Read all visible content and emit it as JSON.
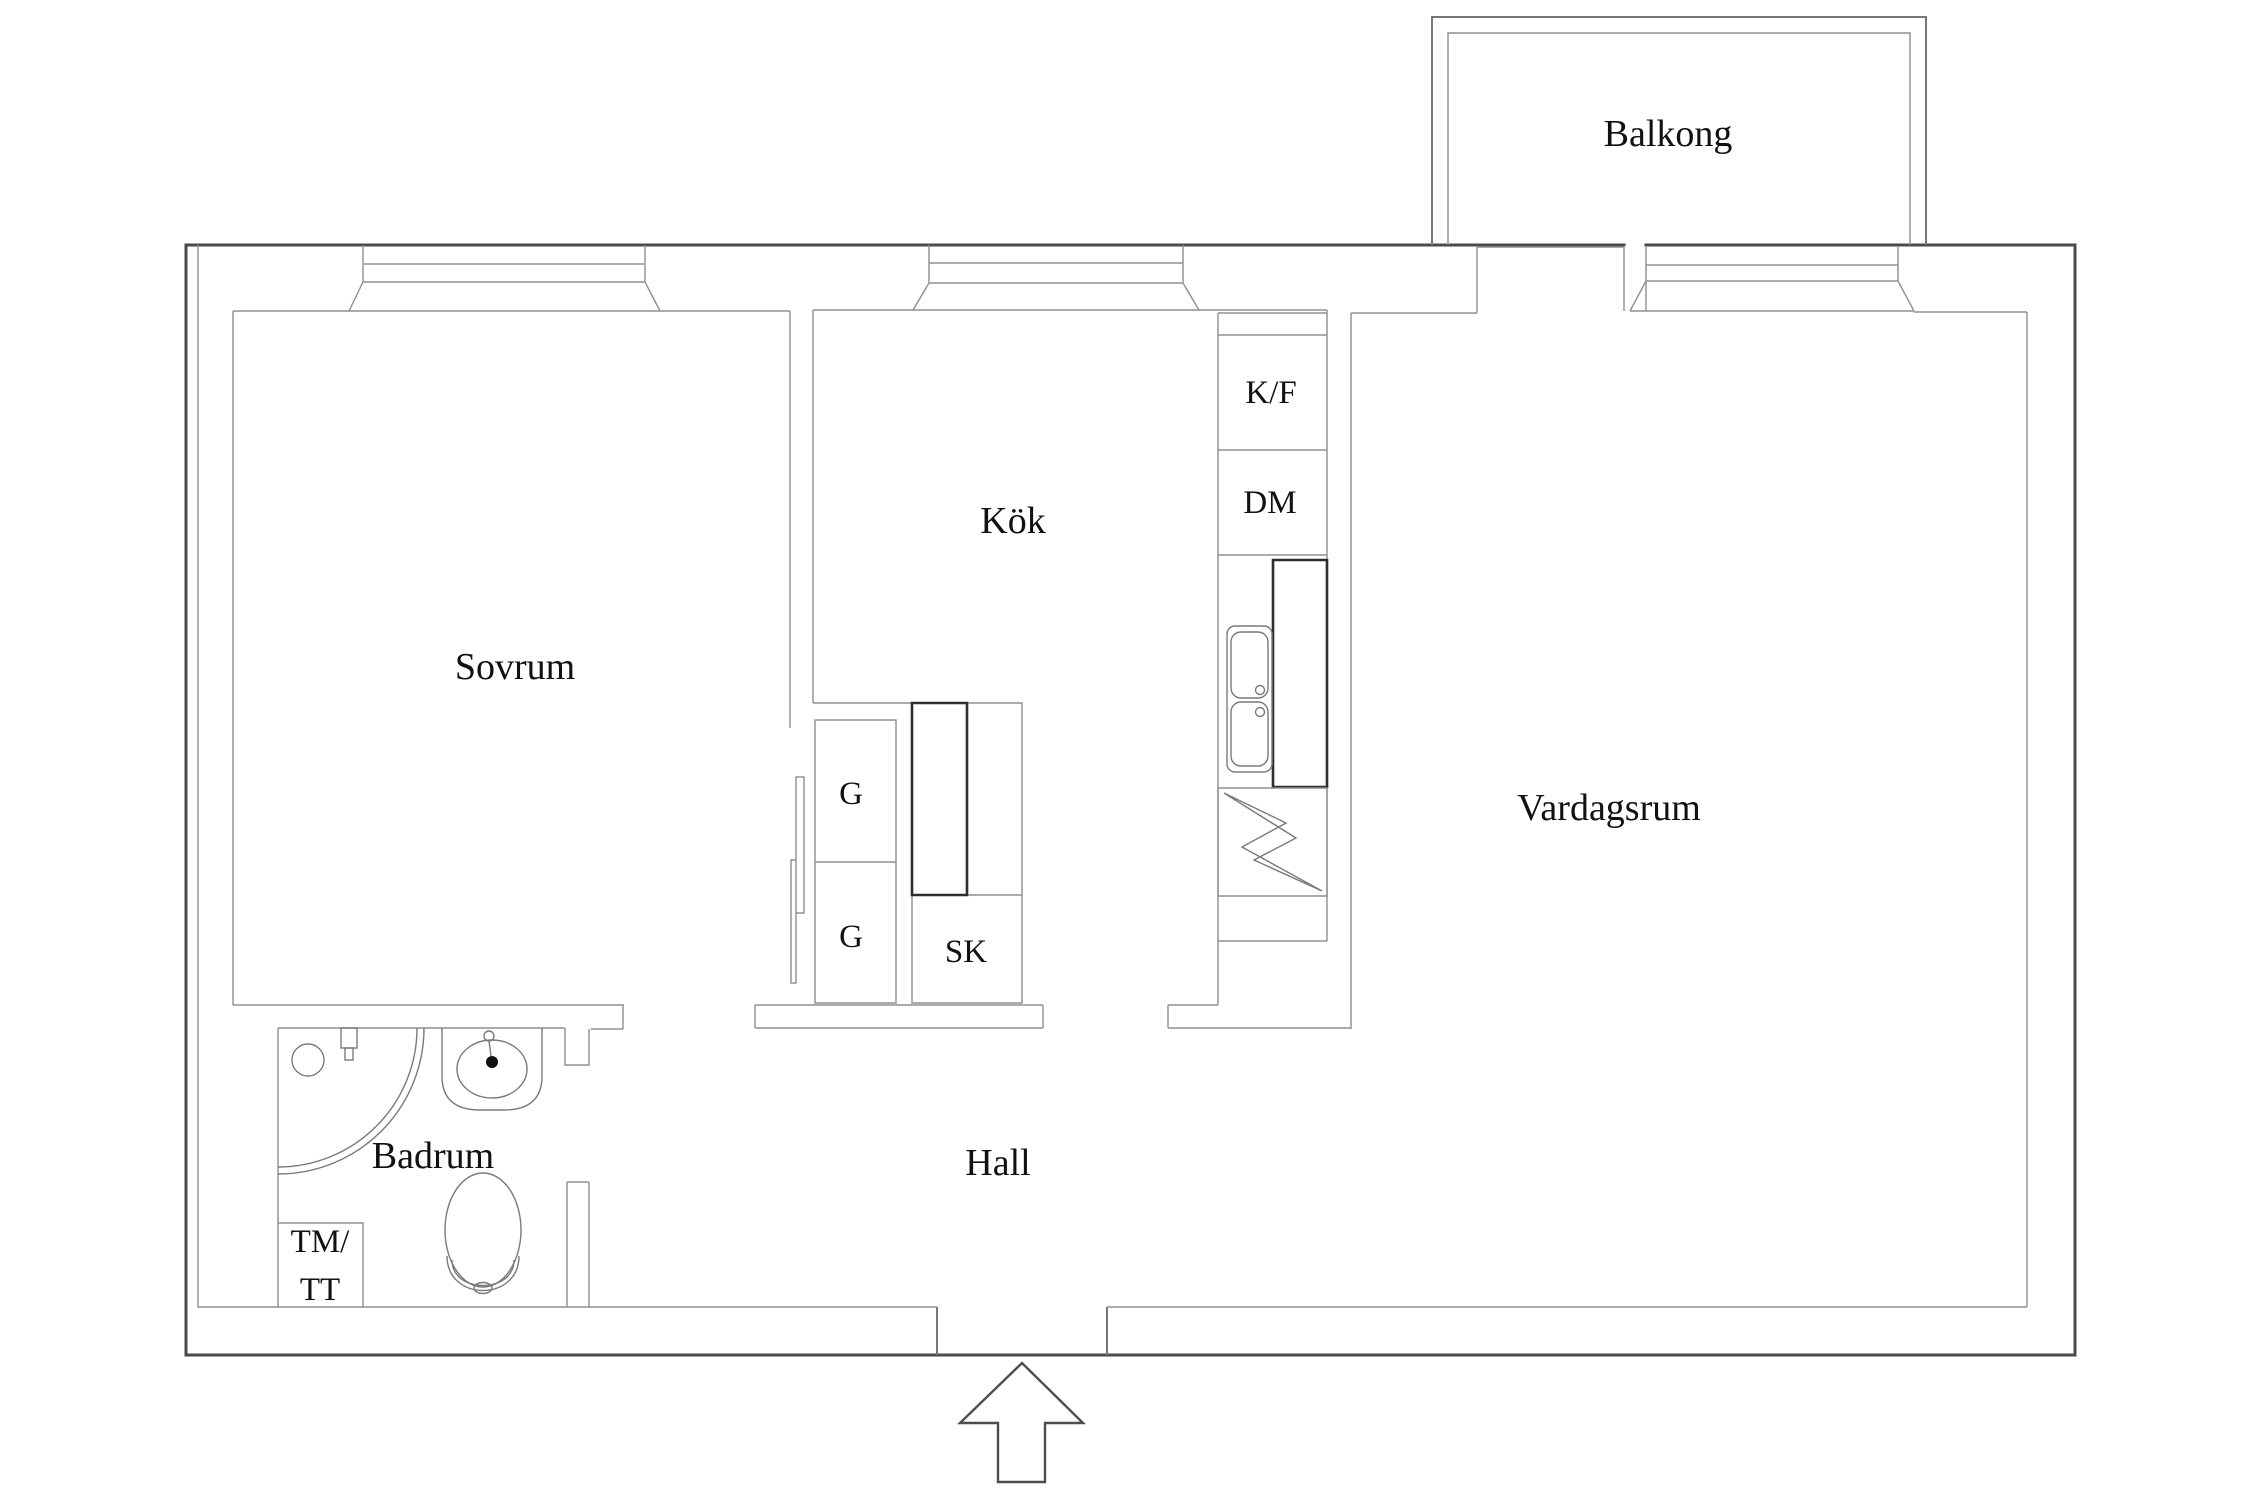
{
  "colors": {
    "background": "#ffffff",
    "wall": "#4a4a4a",
    "line": "#8f8f8f",
    "fixture": "#7a7a7a",
    "cabinet": "#2d2d2d",
    "text": "#111111"
  },
  "rooms": {
    "sovrum": {
      "label": "Sovrum"
    },
    "kok": {
      "label": "Kök"
    },
    "vardagsrum": {
      "label": "Vardagsrum"
    },
    "hall": {
      "label": "Hall"
    },
    "badrum": {
      "label": "Badrum"
    },
    "balkong": {
      "label": "Balkong"
    }
  },
  "labels": {
    "kf": {
      "label": "K/F"
    },
    "dm": {
      "label": "DM"
    },
    "g_upper": {
      "label": "G"
    },
    "g_lower": {
      "label": "G"
    },
    "sk": {
      "label": "SK"
    },
    "tm_tt": {
      "line1": "TM/",
      "line2": "TT"
    }
  }
}
